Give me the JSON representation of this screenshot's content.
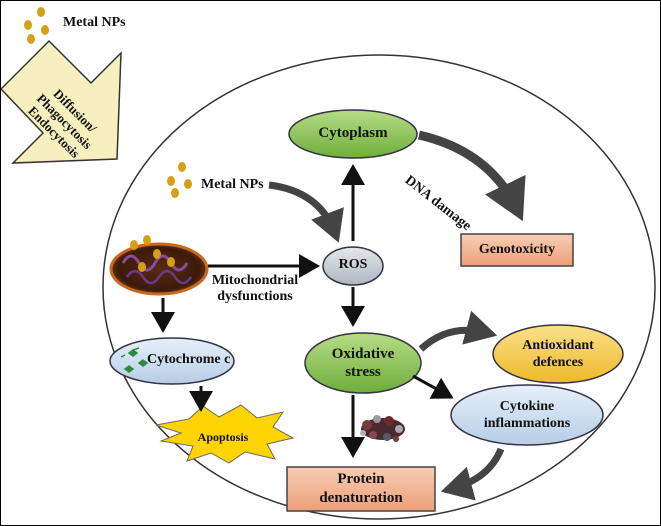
{
  "entry": {
    "metal_nps": "Metal NPs",
    "uptake_label": "Diffusion/\nPhagocytosis\nEndocytosis"
  },
  "cell": {
    "metal_nps": "Metal NPs",
    "cytoplasm": "Cytoplasm",
    "dna_damage": "DNA damage",
    "genotoxicity": "Genotoxicity",
    "ros": "ROS",
    "mitochondrial_dysfunctions": "Mitochondrial\ndysfunctions",
    "oxidative_stress": "Oxidative\nstress",
    "antioxidant_defences": "Antioxidant\ndefences",
    "cytokine_inflammations": "Cytokine\ninflammations",
    "cytochrome_c": "Cytochrome c",
    "apoptosis": "Apoptosis",
    "protein_denaturation": "Protein\ndenaturation"
  },
  "colors": {
    "green_node": "#8cc152",
    "gray_node": "#c5ccd3",
    "blue_node": "#cfe0f0",
    "yellow_node": "#f5cf4f",
    "salmon_box": "#f2b594",
    "nanoparticle": "#d4a017",
    "arrow_fill": "#f8efbe",
    "burst": "#ffd400"
  }
}
